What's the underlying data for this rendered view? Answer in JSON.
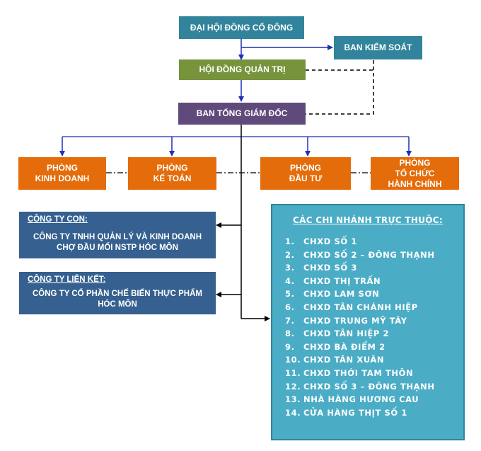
{
  "nodes": {
    "shareholders": "ĐẠI HỘI ĐỒNG CỔ ĐÔNG",
    "supervisory": "BAN KIỂM SOÁT",
    "board": "HỘI ĐỒNG QUẢN TRỊ",
    "directors": "BAN TỔNG GIÁM ĐỐC",
    "dept_sales": [
      "PHÒNG",
      "KINH DOANH"
    ],
    "dept_accounting": [
      "PHÒNG",
      "KẾ TOÁN"
    ],
    "dept_investment": [
      "PHÒNG",
      "ĐẦU TƯ"
    ],
    "dept_admin": [
      "PHÒNG",
      "TỔ CHỨC",
      "HÀNH CHÍNH"
    ]
  },
  "subsidiary": {
    "header": "CÔNG TY CON:",
    "lines": [
      "CÔNG TY TNHH QUẢN LÝ VÀ KINH DOANH",
      "CHỢ ĐẦU MỐI NSTP HÓC MÔN"
    ]
  },
  "affiliate": {
    "header": "CÔNG TY LIÊN KẾT:",
    "lines": [
      "CÔNG TY CỔ PHẦN CHẾ BIẾN THỰC PHẨM",
      "HÓC MÔN"
    ]
  },
  "branches": {
    "title": "CÁC CHI NHÁNH TRỰC THUỘC:",
    "items": [
      {
        "num": "1.",
        "label": "CHXD SỐ 1"
      },
      {
        "num": "2.",
        "label": "CHXD SỐ 2 – ĐÔNG THẠNH"
      },
      {
        "num": "3.",
        "label": "CHXD SỐ 3"
      },
      {
        "num": "4.",
        "label": "CHXD THỊ TRẤN"
      },
      {
        "num": "5.",
        "label": "CHXD LAM SƠN"
      },
      {
        "num": "6.",
        "label": "CHXD TÂN CHÁNH HIỆP"
      },
      {
        "num": "7.",
        "label": "CHXD TRUNG MỸ TÂY"
      },
      {
        "num": "8.",
        "label": "CHXD TÂN HIỆP 2"
      },
      {
        "num": "9.",
        "label": "CHXD BÀ ĐIỂM 2"
      },
      {
        "num": "10.",
        "label": "CHXD TÂN XUÂN"
      },
      {
        "num": "11.",
        "label": "CHXD THỚI TAM THÔN"
      },
      {
        "num": "12.",
        "label": "CHXD SỐ 3 – ĐÔNG THẠNH"
      },
      {
        "num": "13.",
        "label": "NHÀ HÀNG HƯƠNG CAU"
      },
      {
        "num": "14.",
        "label": "CỬA HÀNG THỊT SỐ 1"
      }
    ]
  }
}
